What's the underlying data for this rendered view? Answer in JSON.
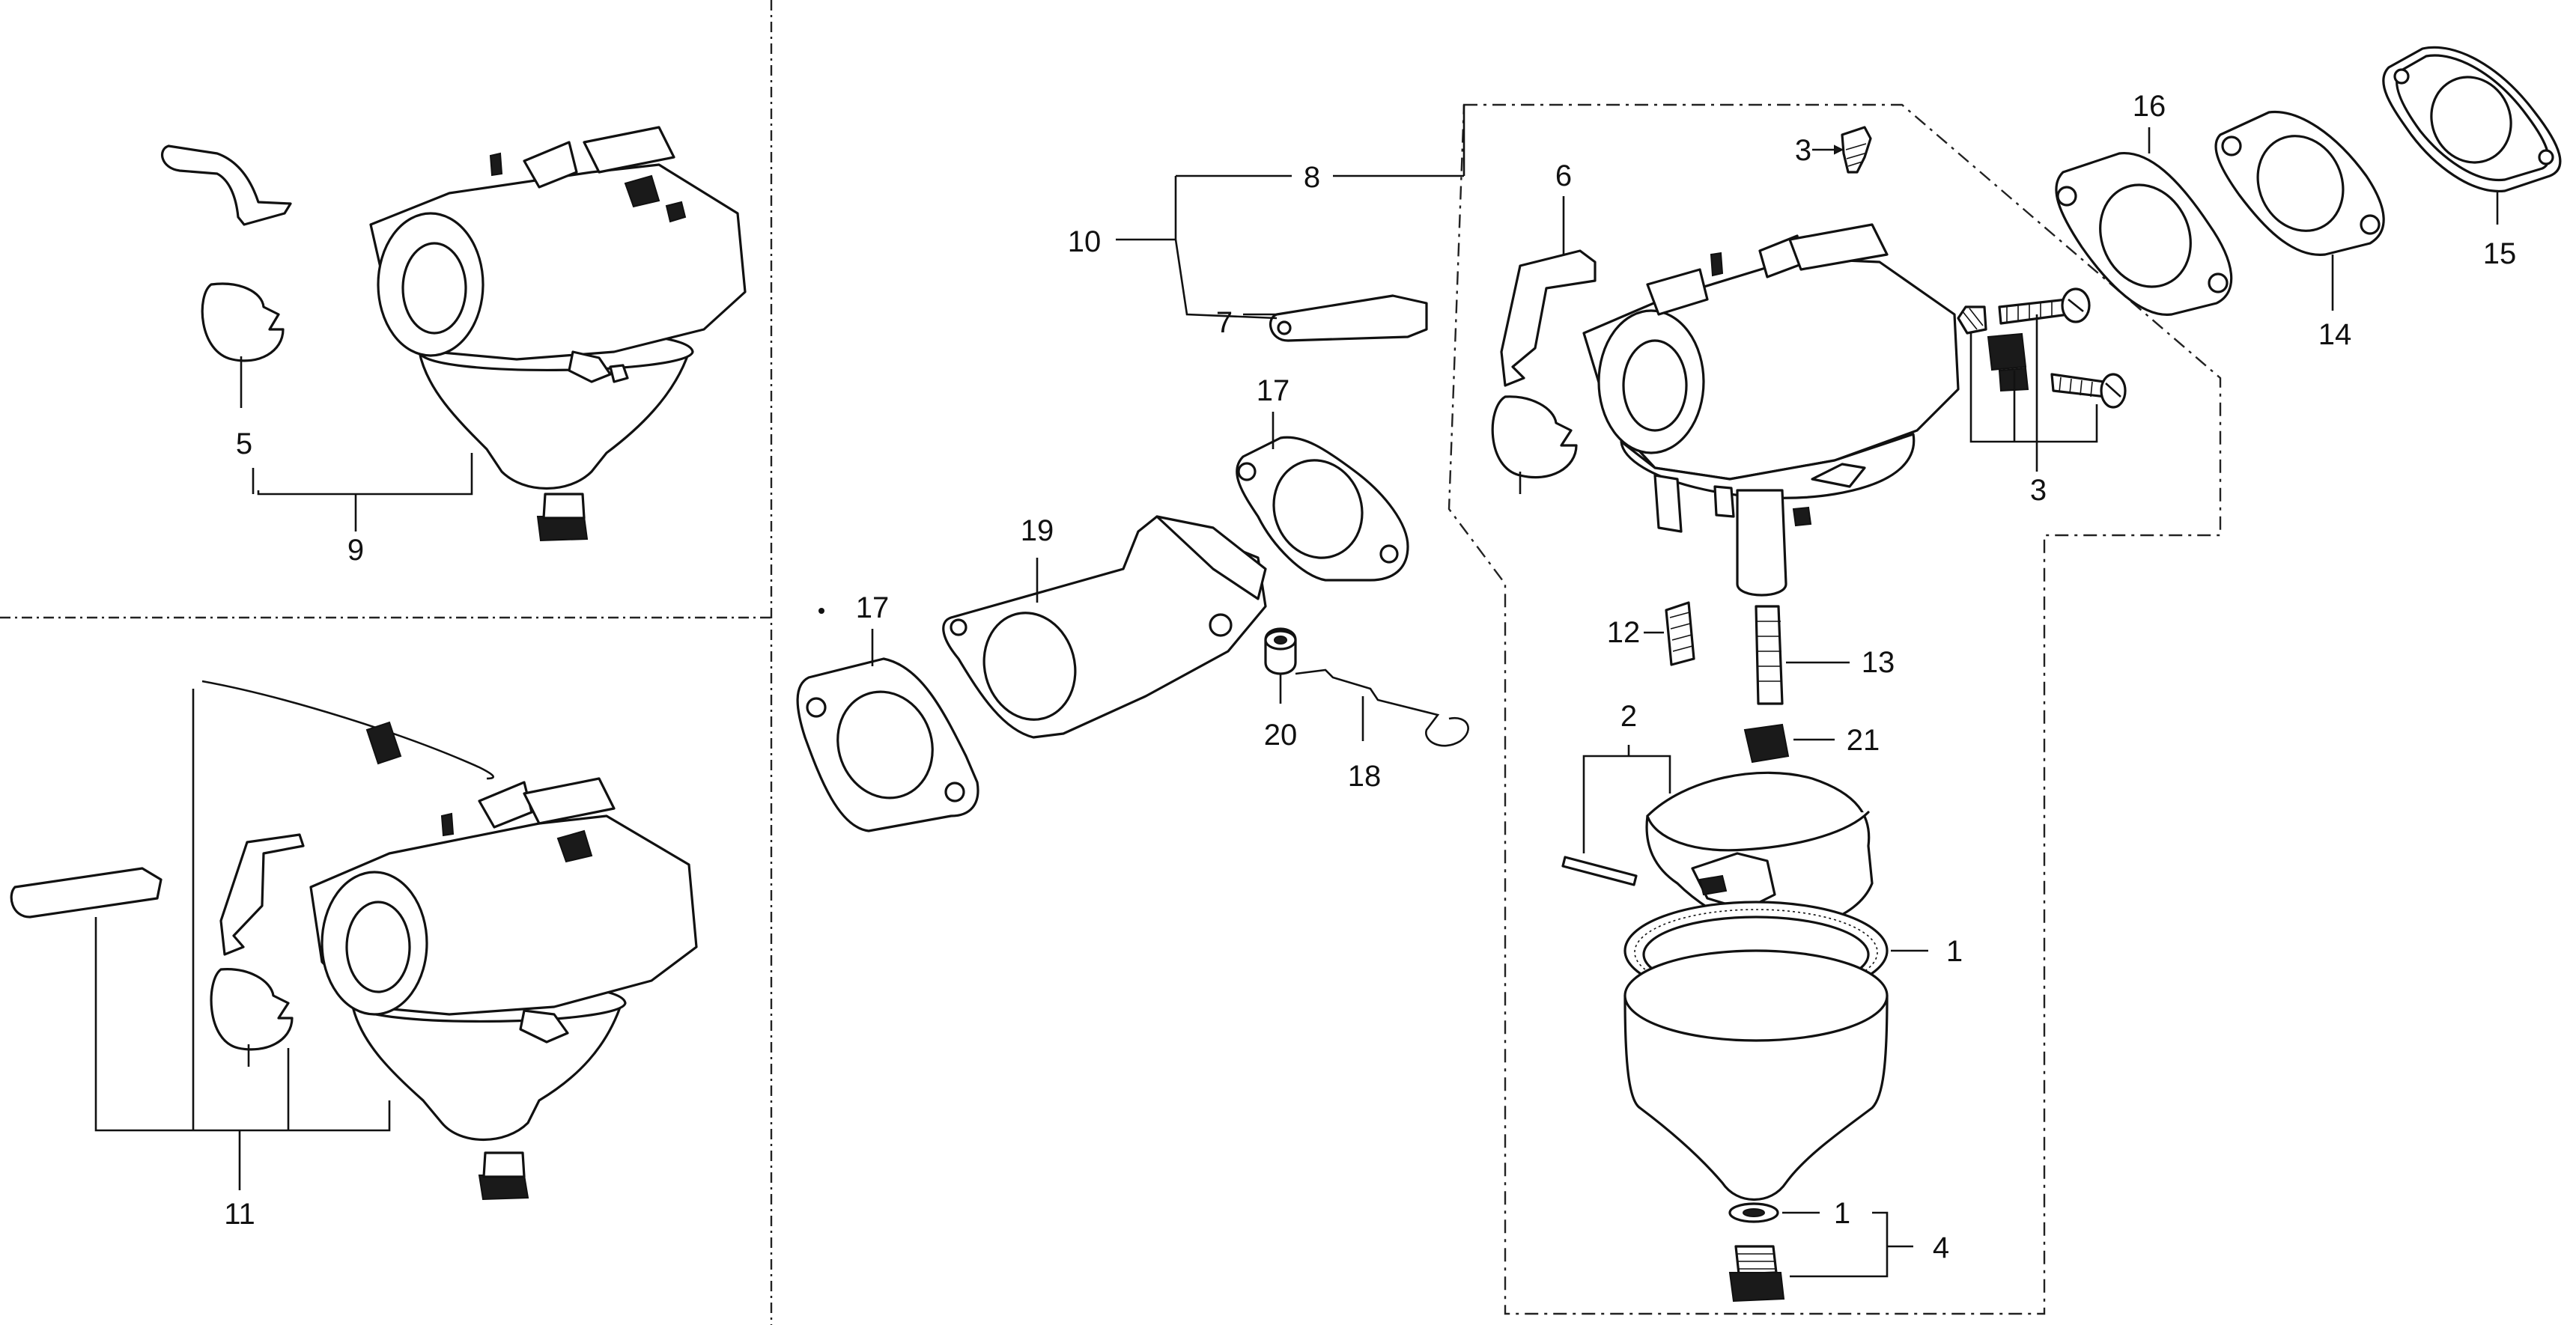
{
  "callouts": {
    "c1_gasket": "1",
    "c1_washer": "1",
    "c2": "2",
    "c3_top": "3",
    "c3_bottom": "3",
    "c4": "4",
    "c5": "5",
    "c6": "6",
    "c7": "7",
    "c8": "8",
    "c9": "9",
    "c10": "10",
    "c11": "11",
    "c12": "12",
    "c13": "13",
    "c14": "14",
    "c15": "15",
    "c16": "16",
    "c17_left": "17",
    "c17_right": "17",
    "c18": "18",
    "c19": "19",
    "c20": "20",
    "c21": "21"
  }
}
